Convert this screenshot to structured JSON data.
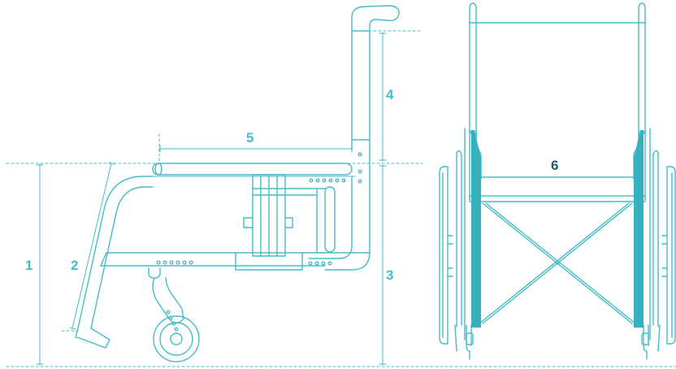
{
  "colors": {
    "line": "#45bcc9",
    "accent": "#38b1bf",
    "label": "#45bcc9",
    "label_dark": "#1f5f6a"
  },
  "labels": {
    "dim1": "1",
    "dim2": "2",
    "dim3": "3",
    "dim4": "4",
    "dim5": "5",
    "dim6": "6"
  }
}
